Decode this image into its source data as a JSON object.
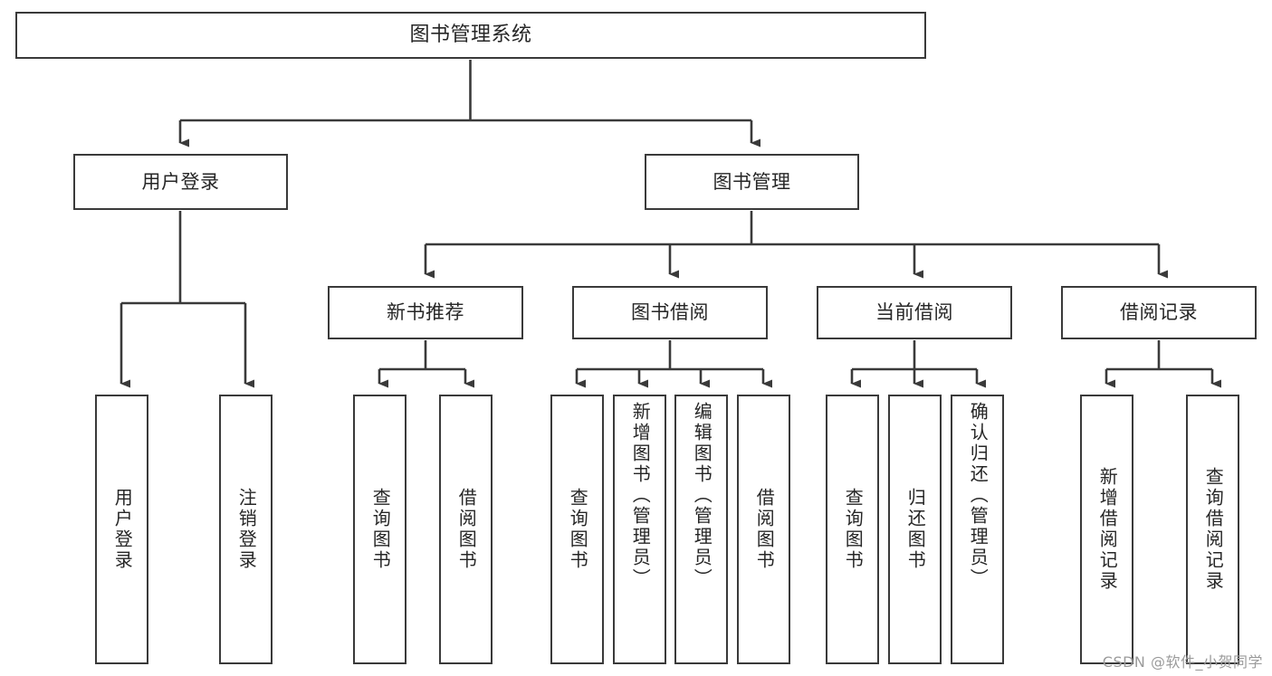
{
  "diagram": {
    "title": "图书管理系统",
    "watermark": "CSDN @软件_小贺同学",
    "line_color": "#3a3a3a",
    "box_fill": "#ffffff",
    "text_color": "#262626",
    "watermark_color": "#9b9b9b"
  },
  "nodes": {
    "root": {
      "label": "图书管理系统"
    },
    "level1": [
      {
        "id": "login",
        "label": "用户登录"
      },
      {
        "id": "book_mgmt",
        "label": "图书管理"
      }
    ],
    "level2": [
      {
        "id": "new_book_rec",
        "label": "新书推荐"
      },
      {
        "id": "book_borrow",
        "label": "图书借阅"
      },
      {
        "id": "current_borrow",
        "label": "当前借阅"
      },
      {
        "id": "borrow_record",
        "label": "借阅记录"
      }
    ],
    "leaves": {
      "login": [
        {
          "id": "user_login",
          "label": "用户登录"
        },
        {
          "id": "user_logout",
          "label": "注销登录"
        }
      ],
      "new_book_rec": [
        {
          "id": "query_book_1",
          "label": "查询图书"
        },
        {
          "id": "borrow_book_1",
          "label": "借阅图书"
        }
      ],
      "book_borrow": [
        {
          "id": "query_book_2",
          "label": "查询图书"
        },
        {
          "id": "add_book",
          "label": "新增图书（管理员）"
        },
        {
          "id": "edit_book",
          "label": "编辑图书（管理员）"
        },
        {
          "id": "borrow_book_2",
          "label": "借阅图书"
        }
      ],
      "current_borrow": [
        {
          "id": "query_book_3",
          "label": "查询图书"
        },
        {
          "id": "return_book",
          "label": "归还图书"
        },
        {
          "id": "confirm_return",
          "label": "确认归还（管理员）"
        }
      ],
      "borrow_record": [
        {
          "id": "add_record",
          "label": "新增借阅记录"
        },
        {
          "id": "query_record",
          "label": "查询借阅记录"
        }
      ]
    }
  }
}
